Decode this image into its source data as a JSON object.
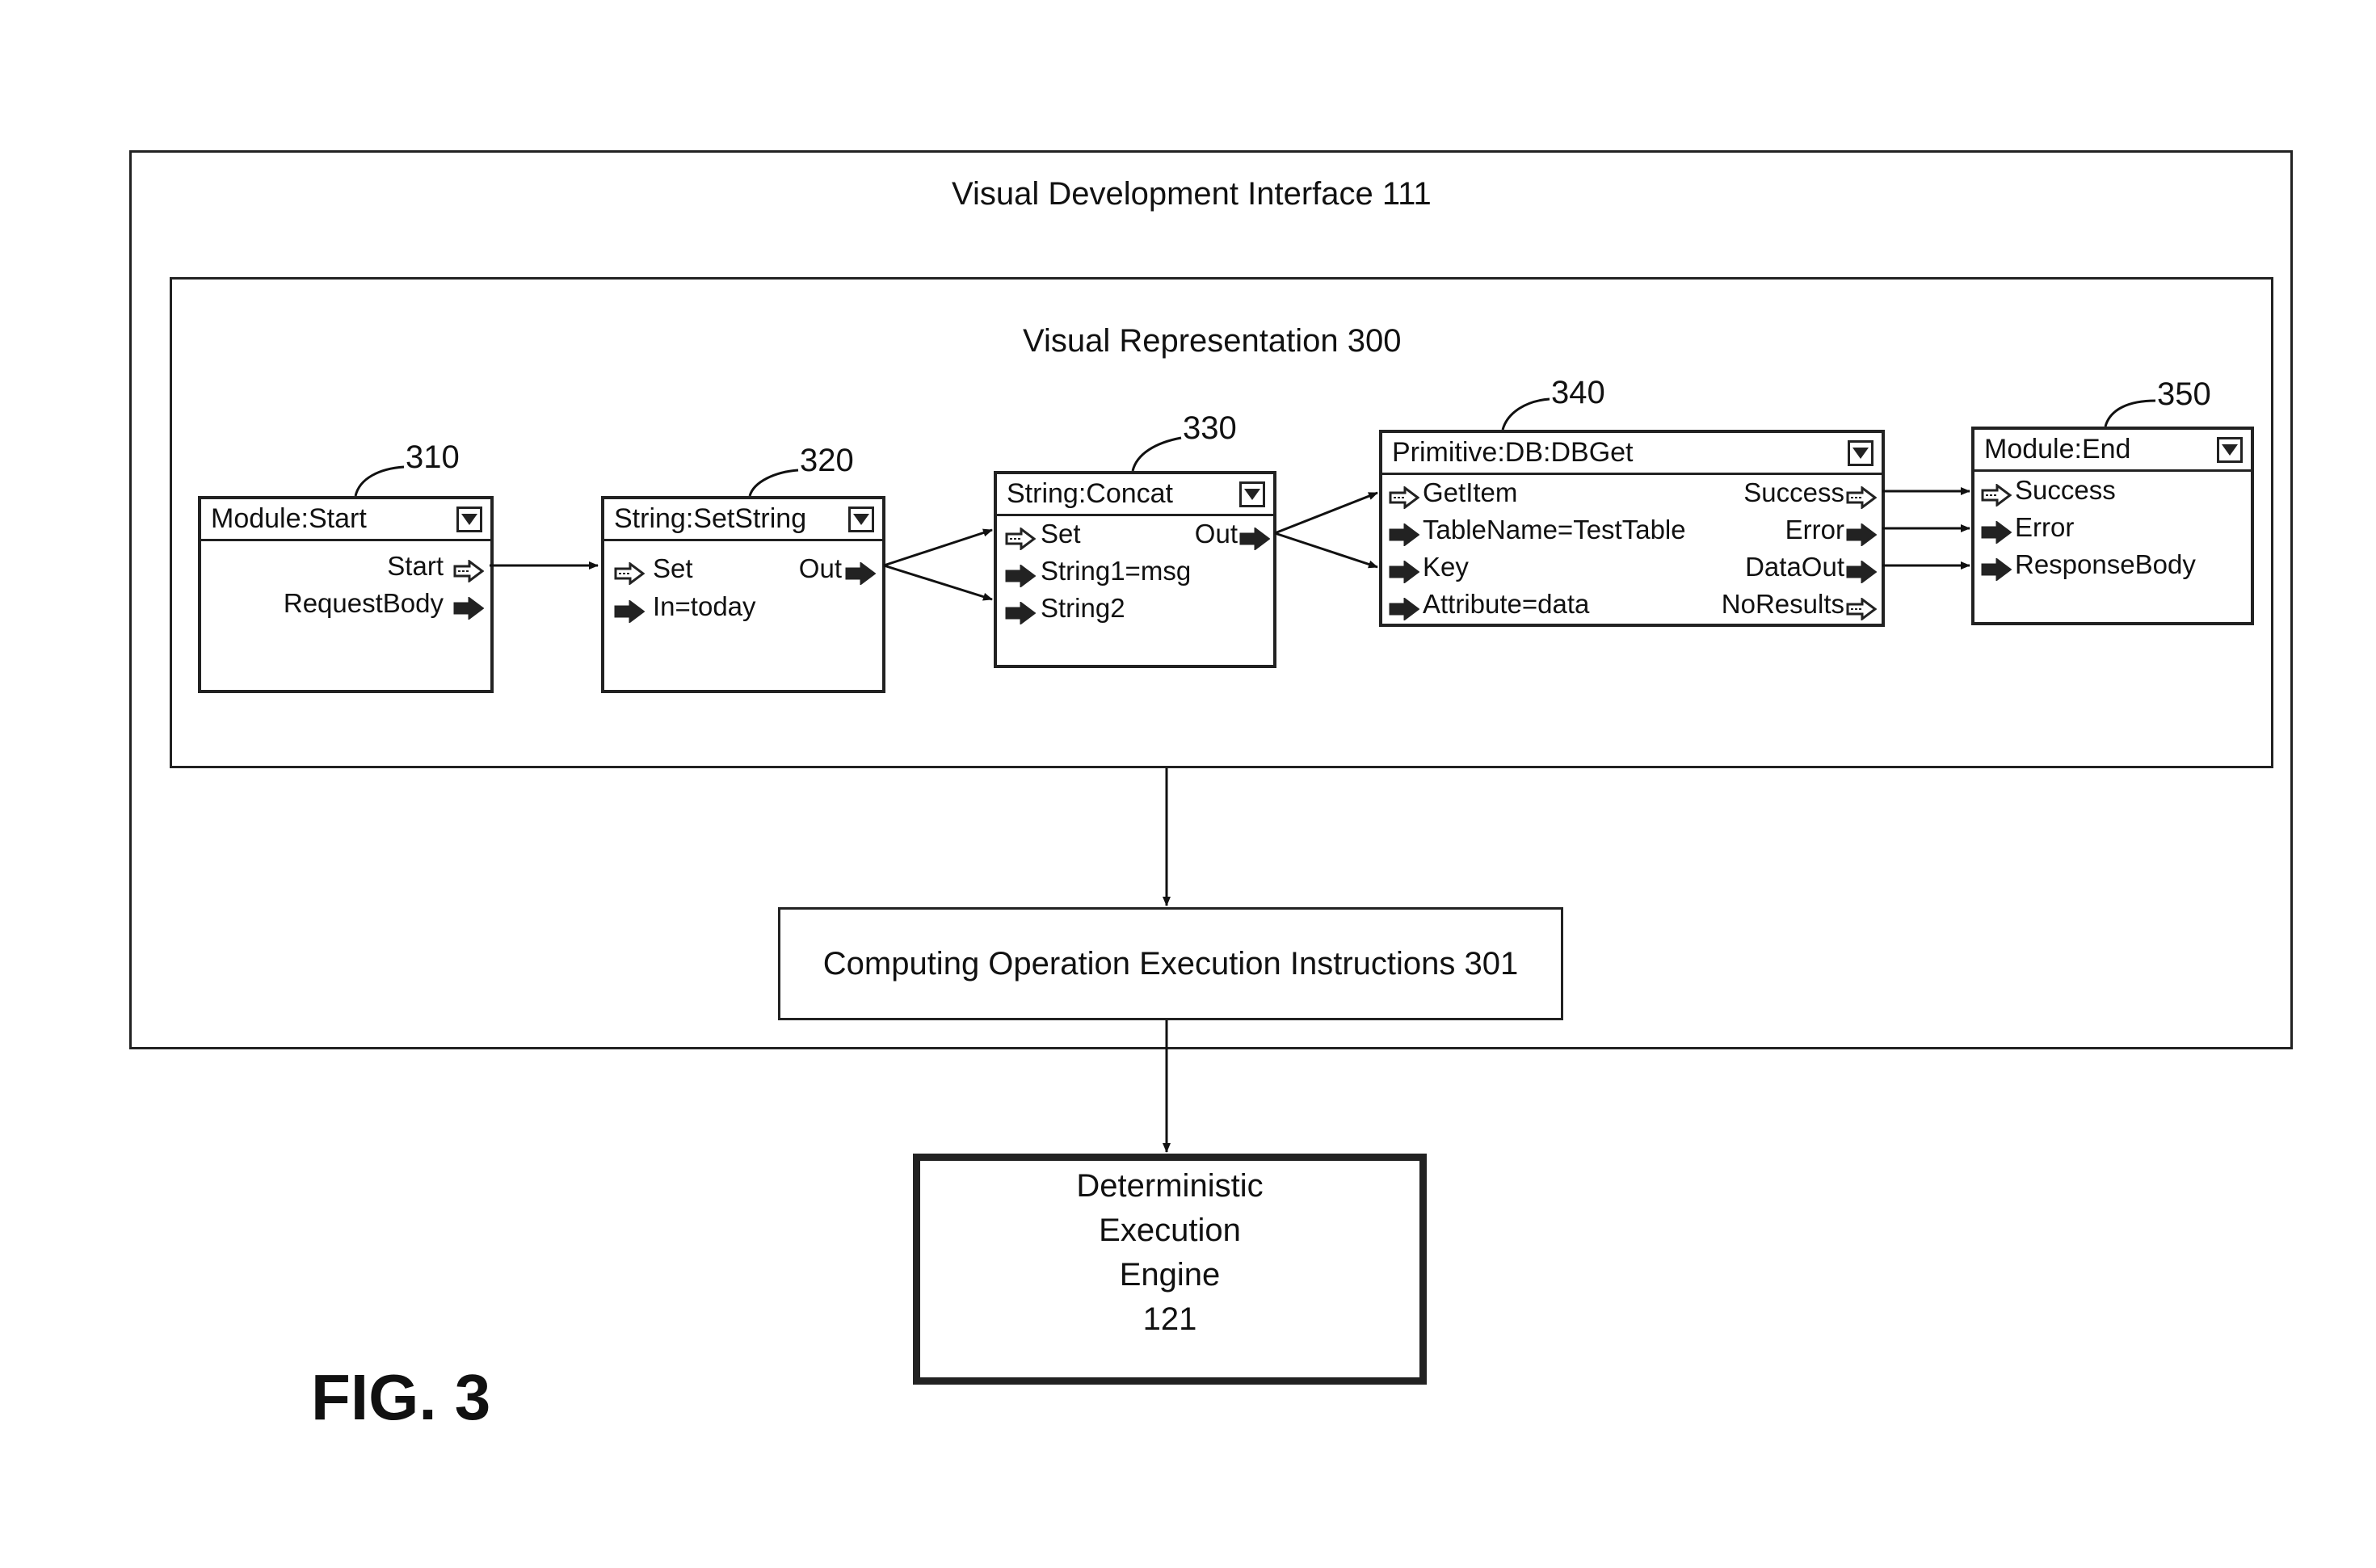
{
  "interface": {
    "title": "Visual Development Interface 111"
  },
  "representation": {
    "title": "Visual Representation 300"
  },
  "nodes": {
    "n310": {
      "ref": "310",
      "title": "Module:Start",
      "outputs": [
        {
          "label": "Start",
          "icon": "hollow-arrow-icon"
        },
        {
          "label": "RequestBody",
          "icon": "solid-arrow-icon"
        }
      ]
    },
    "n320": {
      "ref": "320",
      "title": "String:SetString",
      "inputs": [
        {
          "label": "Set",
          "icon": "hollow-arrow-icon"
        },
        {
          "label": "In=today",
          "icon": "solid-arrow-icon"
        }
      ],
      "outputs": [
        {
          "label": "Out",
          "icon": "solid-arrow-icon"
        }
      ]
    },
    "n330": {
      "ref": "330",
      "title": "String:Concat",
      "inputs": [
        {
          "label": "Set",
          "icon": "hollow-arrow-icon"
        },
        {
          "label": "String1=msg",
          "icon": "solid-arrow-icon"
        },
        {
          "label": "String2",
          "icon": "solid-arrow-icon"
        }
      ],
      "outputs": [
        {
          "label": "Out",
          "icon": "solid-arrow-icon"
        }
      ]
    },
    "n340": {
      "ref": "340",
      "title": "Primitive:DB:DBGet",
      "inputs": [
        {
          "label": "GetItem",
          "icon": "hollow-arrow-icon"
        },
        {
          "label": "TableName=TestTable",
          "icon": "solid-arrow-icon"
        },
        {
          "label": "Key",
          "icon": "solid-arrow-icon"
        },
        {
          "label": "Attribute=data",
          "icon": "solid-arrow-icon"
        }
      ],
      "outputs": [
        {
          "label": "Success",
          "icon": "hollow-arrow-icon"
        },
        {
          "label": "Error",
          "icon": "solid-arrow-icon"
        },
        {
          "label": "DataOut",
          "icon": "solid-arrow-icon"
        },
        {
          "label": "NoResults",
          "icon": "hollow-arrow-icon"
        }
      ]
    },
    "n350": {
      "ref": "350",
      "title": "Module:End",
      "inputs": [
        {
          "label": "Success",
          "icon": "hollow-arrow-icon"
        },
        {
          "label": "Error",
          "icon": "solid-arrow-icon"
        },
        {
          "label": "ResponseBody",
          "icon": "solid-arrow-icon"
        }
      ]
    }
  },
  "instructions": {
    "label": "Computing Operation Execution Instructions 301"
  },
  "engine": {
    "line1": "Deterministic",
    "line2": "Execution",
    "line3": "Engine",
    "line4": "121"
  },
  "figure_label": "FIG. 3"
}
